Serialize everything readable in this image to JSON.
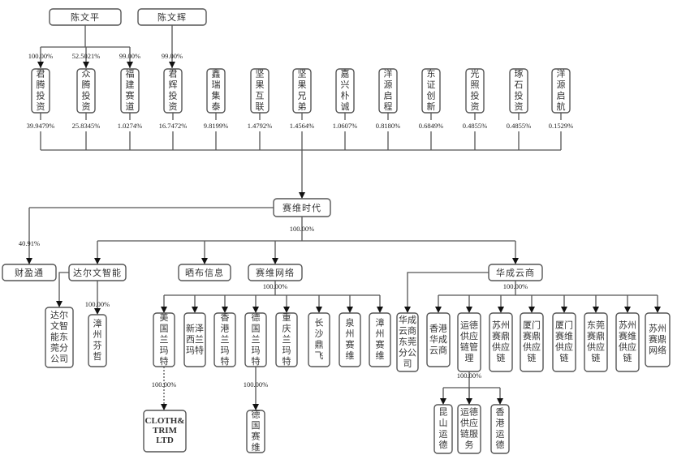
{
  "title": "赛维时代股权结构图",
  "colors": {
    "line": "#555555",
    "text": "#333333",
    "arrow": "#111111"
  },
  "top_holders": [
    {
      "id": "cwp",
      "name": "陈文平"
    },
    {
      "id": "cwh",
      "name": "陈文辉"
    }
  ],
  "shareholders": [
    {
      "id": "s1",
      "name": "君腾投资",
      "holder": "cwp",
      "holder_pct": "100.00%",
      "stake": "39.9479%"
    },
    {
      "id": "s2",
      "name": "众腾投资",
      "holder": "cwp",
      "holder_pct": "52.5021%",
      "stake": "25.8345%"
    },
    {
      "id": "s3",
      "name": "福建赛道",
      "holder": "cwp",
      "holder_pct": "99.00%",
      "stake": "1.0274%"
    },
    {
      "id": "s4",
      "name": "君辉投资",
      "holder": "cwh",
      "holder_pct": "99.00%",
      "stake": "16.7472%"
    },
    {
      "id": "s5",
      "name": "鑫瑞集泰",
      "stake": "9.8199%"
    },
    {
      "id": "s6",
      "name": "坚果互联",
      "stake": "1.4792%"
    },
    {
      "id": "s7",
      "name": "坚果兄弟",
      "stake": "1.4564%"
    },
    {
      "id": "s8",
      "name": "嘉兴朴诚",
      "stake": "1.0607%"
    },
    {
      "id": "s9",
      "name": "洋源启程",
      "stake": "0.8180%"
    },
    {
      "id": "s10",
      "name": "东证创新",
      "stake": "0.6849%"
    },
    {
      "id": "s11",
      "name": "光照投资",
      "stake": "0.4855%"
    },
    {
      "id": "s12",
      "name": "琢石投资",
      "stake": "0.4855%"
    },
    {
      "id": "s13",
      "name": "洋源启航",
      "stake": "0.1529%"
    }
  ],
  "company": {
    "name": "赛维时代",
    "subsidiaries_pct": "100.00%"
  },
  "associate": {
    "name": "财盈通",
    "pct": "40.91%"
  },
  "subsidiaries": [
    {
      "id": "d1",
      "name": "达尔文智能"
    },
    {
      "id": "d2",
      "name": "晒布信息"
    },
    {
      "id": "d3",
      "name": "赛维网络"
    },
    {
      "id": "d4",
      "name": "华成云商"
    }
  ],
  "darwin_children": [
    {
      "name": "达尔文智能东莞分公司",
      "type": "branch"
    },
    {
      "name": "漳州芬哲",
      "pct": "100.00%"
    }
  ],
  "saiwei_network": {
    "pct": "100.00%",
    "children": [
      {
        "name": "美国兰玛特"
      },
      {
        "name": "新泽西兰玛特"
      },
      {
        "name": "香港兰玛特"
      },
      {
        "name": "德国兰玛特"
      },
      {
        "name": "重庆兰玛特"
      },
      {
        "name": "长沙鼎飞"
      },
      {
        "name": "泉州赛维"
      },
      {
        "name": "漳州赛维"
      }
    ],
    "us_child": {
      "name": "CLOTH& TRIM LTD",
      "pct": "100.00%",
      "line": "dotted"
    },
    "de_child": {
      "name": "德国赛维",
      "pct": "100.00%"
    }
  },
  "huacheng": {
    "branch": {
      "name": "华成云商东莞分公司"
    },
    "pct": "100.00%",
    "children": [
      {
        "name": "香港华成云商"
      },
      {
        "name": "运德供应链管理"
      },
      {
        "name": "苏州赛鼎供应链"
      },
      {
        "name": "厦门赛鼎供应链"
      },
      {
        "name": "厦门赛维供应链"
      },
      {
        "name": "东莞赛鼎供应链"
      },
      {
        "name": "苏州赛维供应链"
      },
      {
        "name": "苏州赛鼎网络"
      }
    ],
    "yunde_pct": "100.00%",
    "yunde_children": [
      {
        "name": "昆山运德"
      },
      {
        "name": "运德供应链服务"
      },
      {
        "name": "香港运德"
      }
    ]
  }
}
